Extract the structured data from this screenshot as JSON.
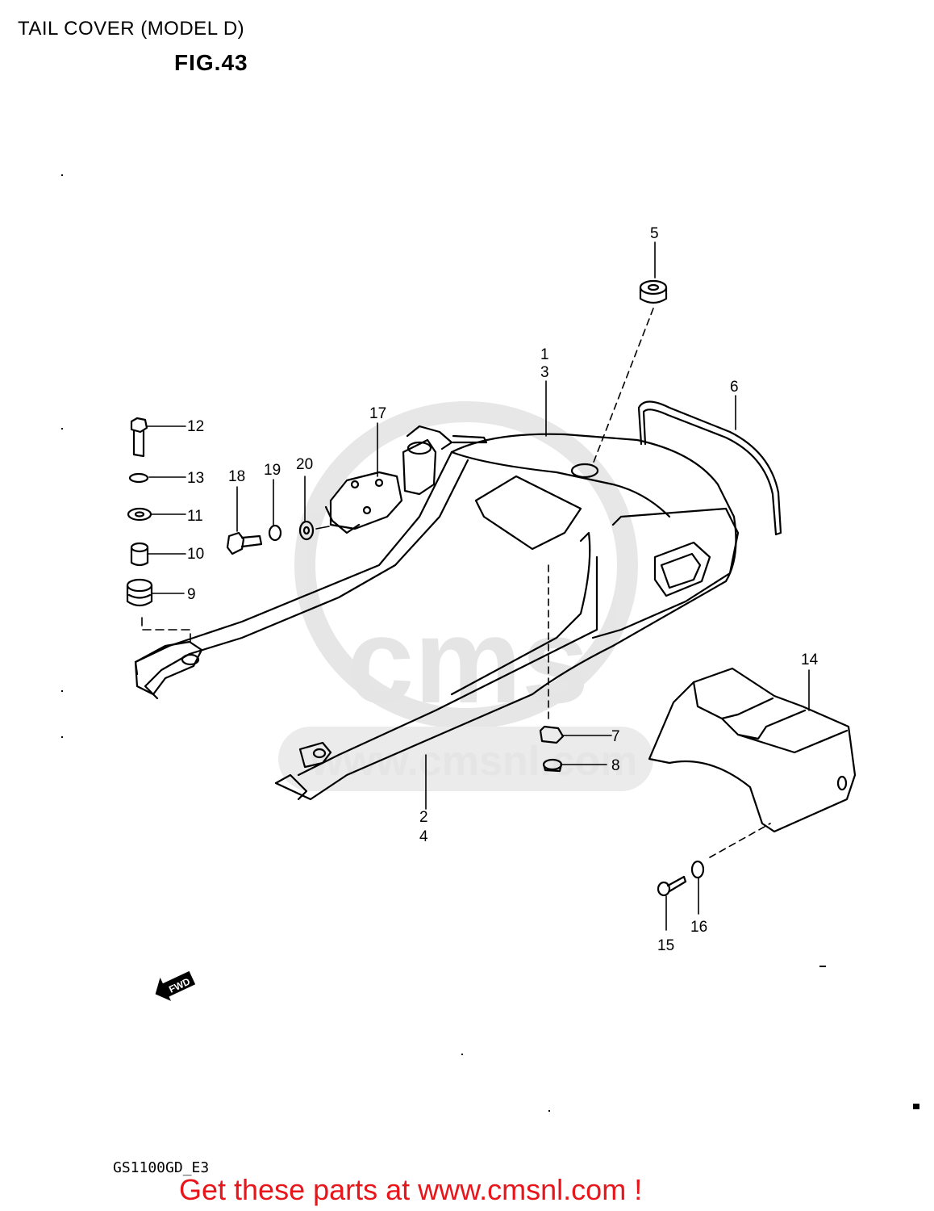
{
  "header": {
    "title": "TAIL COVER (MODEL D)",
    "figure": "FIG.43"
  },
  "watermark": {
    "text": "www.cmsnl.com",
    "logo": "cms"
  },
  "callouts": [
    {
      "id": "1",
      "label": "1"
    },
    {
      "id": "3",
      "label": "3"
    },
    {
      "id": "2",
      "label": "2"
    },
    {
      "id": "4",
      "label": "4"
    },
    {
      "id": "5",
      "label": "5"
    },
    {
      "id": "6",
      "label": "6"
    },
    {
      "id": "7",
      "label": "7"
    },
    {
      "id": "8",
      "label": "8"
    },
    {
      "id": "9",
      "label": "9"
    },
    {
      "id": "10",
      "label": "10"
    },
    {
      "id": "11",
      "label": "11"
    },
    {
      "id": "12",
      "label": "12"
    },
    {
      "id": "13",
      "label": "13"
    },
    {
      "id": "14",
      "label": "14"
    },
    {
      "id": "15",
      "label": "15"
    },
    {
      "id": "16",
      "label": "16"
    },
    {
      "id": "17",
      "label": "17"
    },
    {
      "id": "18",
      "label": "18"
    },
    {
      "id": "19",
      "label": "19"
    },
    {
      "id": "20",
      "label": "20"
    }
  ],
  "fwd_arrow": "FWD",
  "model_code": "GS1100GD_E3",
  "footer": {
    "text": "Get these parts at www.cmsnl.com !",
    "color": "#e8151b"
  }
}
